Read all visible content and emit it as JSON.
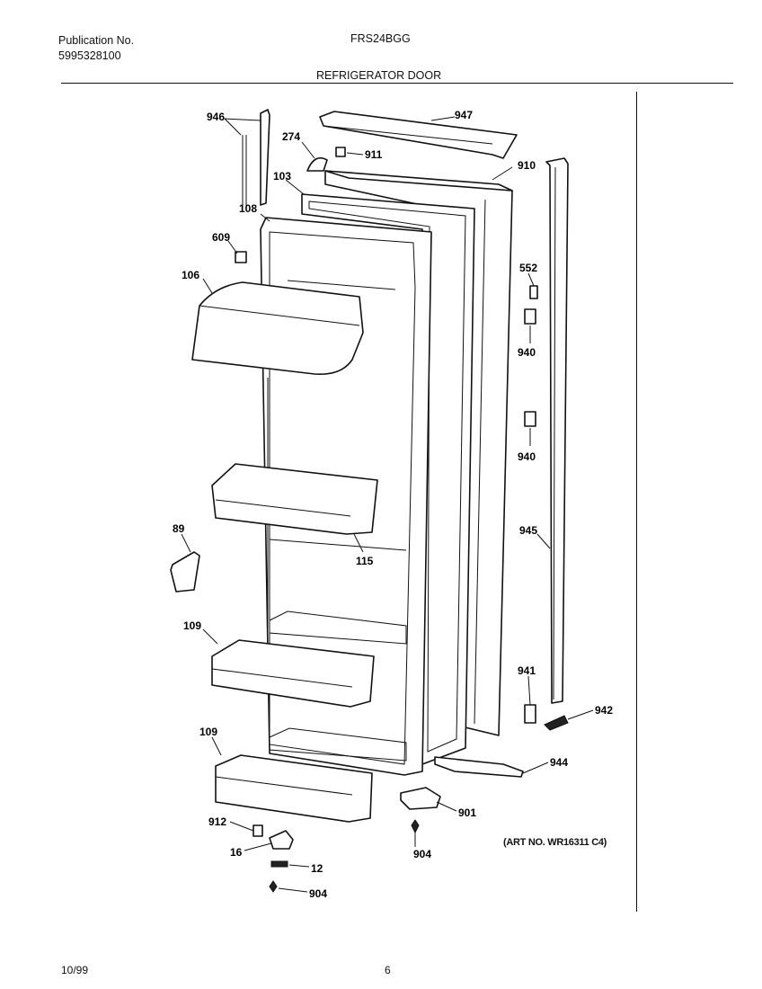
{
  "header": {
    "publication_label": "Publication No.",
    "publication_number": "5995328100",
    "model": "FRS24BGG",
    "section_title": "REFRIGERATOR DOOR"
  },
  "art_number": "(ART NO. WR16311 C4)",
  "footer": {
    "date": "10/99",
    "page": "6"
  },
  "parts": [
    "946",
    "947",
    "274",
    "911",
    "910",
    "103",
    "108",
    "609",
    "106",
    "552",
    "940",
    "940",
    "945",
    "89",
    "115",
    "109",
    "941",
    "942",
    "109",
    "944",
    "901",
    "912",
    "16",
    "904",
    "12",
    "904"
  ]
}
